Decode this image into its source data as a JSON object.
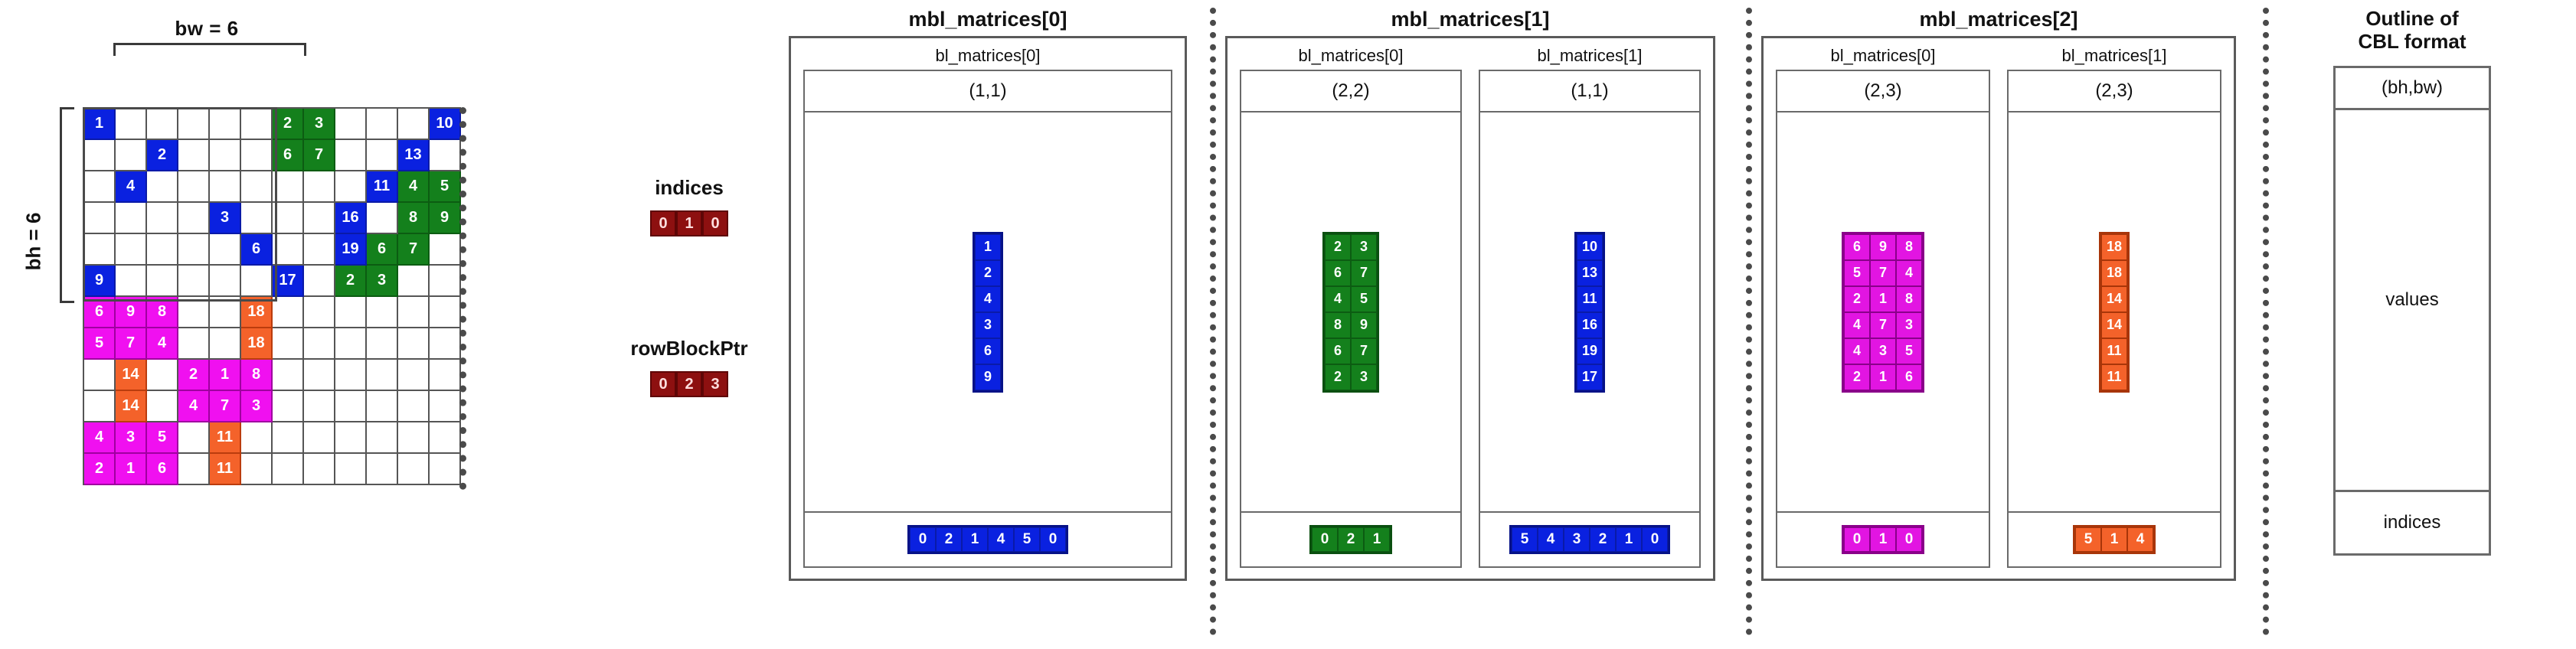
{
  "matrix": {
    "bw_label": "bw = 6",
    "bh_label": "bh = 6",
    "rows": 12,
    "cols": 12,
    "cells": [
      [
        {
          "v": "1",
          "c": "blue"
        },
        {
          "v": "",
          "c": "empty"
        },
        {
          "v": "",
          "c": "empty"
        },
        {
          "v": "",
          "c": "empty"
        },
        {
          "v": "",
          "c": "empty"
        },
        {
          "v": "",
          "c": "empty"
        },
        {
          "v": "2",
          "c": "green"
        },
        {
          "v": "3",
          "c": "green"
        },
        {
          "v": "",
          "c": "empty"
        },
        {
          "v": "",
          "c": "empty"
        },
        {
          "v": "",
          "c": "empty"
        },
        {
          "v": "10",
          "c": "blue"
        }
      ],
      [
        {
          "v": "",
          "c": "empty"
        },
        {
          "v": "",
          "c": "empty"
        },
        {
          "v": "2",
          "c": "blue"
        },
        {
          "v": "",
          "c": "empty"
        },
        {
          "v": "",
          "c": "empty"
        },
        {
          "v": "",
          "c": "empty"
        },
        {
          "v": "6",
          "c": "green"
        },
        {
          "v": "7",
          "c": "green"
        },
        {
          "v": "",
          "c": "empty"
        },
        {
          "v": "",
          "c": "empty"
        },
        {
          "v": "13",
          "c": "blue"
        },
        {
          "v": "",
          "c": "empty"
        }
      ],
      [
        {
          "v": "",
          "c": "empty"
        },
        {
          "v": "4",
          "c": "blue"
        },
        {
          "v": "",
          "c": "empty"
        },
        {
          "v": "",
          "c": "empty"
        },
        {
          "v": "",
          "c": "empty"
        },
        {
          "v": "",
          "c": "empty"
        },
        {
          "v": "",
          "c": "empty"
        },
        {
          "v": "",
          "c": "empty"
        },
        {
          "v": "",
          "c": "empty"
        },
        {
          "v": "11",
          "c": "blue"
        },
        {
          "v": "4",
          "c": "green"
        },
        {
          "v": "5",
          "c": "green"
        }
      ],
      [
        {
          "v": "",
          "c": "empty"
        },
        {
          "v": "",
          "c": "empty"
        },
        {
          "v": "",
          "c": "empty"
        },
        {
          "v": "",
          "c": "empty"
        },
        {
          "v": "3",
          "c": "blue"
        },
        {
          "v": "",
          "c": "empty"
        },
        {
          "v": "",
          "c": "empty"
        },
        {
          "v": "",
          "c": "empty"
        },
        {
          "v": "16",
          "c": "blue"
        },
        {
          "v": "",
          "c": "empty"
        },
        {
          "v": "8",
          "c": "green"
        },
        {
          "v": "9",
          "c": "green"
        }
      ],
      [
        {
          "v": "",
          "c": "empty"
        },
        {
          "v": "",
          "c": "empty"
        },
        {
          "v": "",
          "c": "empty"
        },
        {
          "v": "",
          "c": "empty"
        },
        {
          "v": "",
          "c": "empty"
        },
        {
          "v": "6",
          "c": "blue"
        },
        {
          "v": "",
          "c": "empty"
        },
        {
          "v": "",
          "c": "empty"
        },
        {
          "v": "19",
          "c": "blue"
        },
        {
          "v": "6",
          "c": "green"
        },
        {
          "v": "7",
          "c": "green"
        },
        {
          "v": "",
          "c": "empty"
        }
      ],
      [
        {
          "v": "9",
          "c": "blue"
        },
        {
          "v": "",
          "c": "empty"
        },
        {
          "v": "",
          "c": "empty"
        },
        {
          "v": "",
          "c": "empty"
        },
        {
          "v": "",
          "c": "empty"
        },
        {
          "v": "",
          "c": "empty"
        },
        {
          "v": "17",
          "c": "blue"
        },
        {
          "v": "",
          "c": "empty"
        },
        {
          "v": "2",
          "c": "green"
        },
        {
          "v": "3",
          "c": "green"
        },
        {
          "v": "",
          "c": "empty"
        },
        {
          "v": "",
          "c": "empty"
        }
      ],
      [
        {
          "v": "6",
          "c": "magenta"
        },
        {
          "v": "9",
          "c": "magenta"
        },
        {
          "v": "8",
          "c": "magenta"
        },
        {
          "v": "",
          "c": "empty"
        },
        {
          "v": "",
          "c": "empty"
        },
        {
          "v": "18",
          "c": "orange"
        },
        {
          "v": "",
          "c": "empty"
        },
        {
          "v": "",
          "c": "empty"
        },
        {
          "v": "",
          "c": "empty"
        },
        {
          "v": "",
          "c": "empty"
        },
        {
          "v": "",
          "c": "empty"
        },
        {
          "v": "",
          "c": "empty"
        }
      ],
      [
        {
          "v": "5",
          "c": "magenta"
        },
        {
          "v": "7",
          "c": "magenta"
        },
        {
          "v": "4",
          "c": "magenta"
        },
        {
          "v": "",
          "c": "empty"
        },
        {
          "v": "",
          "c": "empty"
        },
        {
          "v": "18",
          "c": "orange"
        },
        {
          "v": "",
          "c": "empty"
        },
        {
          "v": "",
          "c": "empty"
        },
        {
          "v": "",
          "c": "empty"
        },
        {
          "v": "",
          "c": "empty"
        },
        {
          "v": "",
          "c": "empty"
        },
        {
          "v": "",
          "c": "empty"
        }
      ],
      [
        {
          "v": "",
          "c": "empty"
        },
        {
          "v": "14",
          "c": "orange"
        },
        {
          "v": "",
          "c": "empty"
        },
        {
          "v": "2",
          "c": "magenta"
        },
        {
          "v": "1",
          "c": "magenta"
        },
        {
          "v": "8",
          "c": "magenta"
        },
        {
          "v": "",
          "c": "empty"
        },
        {
          "v": "",
          "c": "empty"
        },
        {
          "v": "",
          "c": "empty"
        },
        {
          "v": "",
          "c": "empty"
        },
        {
          "v": "",
          "c": "empty"
        },
        {
          "v": "",
          "c": "empty"
        }
      ],
      [
        {
          "v": "",
          "c": "empty"
        },
        {
          "v": "14",
          "c": "orange"
        },
        {
          "v": "",
          "c": "empty"
        },
        {
          "v": "4",
          "c": "magenta"
        },
        {
          "v": "7",
          "c": "magenta"
        },
        {
          "v": "3",
          "c": "magenta"
        },
        {
          "v": "",
          "c": "empty"
        },
        {
          "v": "",
          "c": "empty"
        },
        {
          "v": "",
          "c": "empty"
        },
        {
          "v": "",
          "c": "empty"
        },
        {
          "v": "",
          "c": "empty"
        },
        {
          "v": "",
          "c": "empty"
        }
      ],
      [
        {
          "v": "4",
          "c": "magenta"
        },
        {
          "v": "3",
          "c": "magenta"
        },
        {
          "v": "5",
          "c": "magenta"
        },
        {
          "v": "",
          "c": "empty"
        },
        {
          "v": "11",
          "c": "orange"
        },
        {
          "v": "",
          "c": "empty"
        },
        {
          "v": "",
          "c": "empty"
        },
        {
          "v": "",
          "c": "empty"
        },
        {
          "v": "",
          "c": "empty"
        },
        {
          "v": "",
          "c": "empty"
        },
        {
          "v": "",
          "c": "empty"
        },
        {
          "v": "",
          "c": "empty"
        }
      ],
      [
        {
          "v": "2",
          "c": "magenta"
        },
        {
          "v": "1",
          "c": "magenta"
        },
        {
          "v": "6",
          "c": "magenta"
        },
        {
          "v": "",
          "c": "empty"
        },
        {
          "v": "11",
          "c": "orange"
        },
        {
          "v": "",
          "c": "empty"
        },
        {
          "v": "",
          "c": "empty"
        },
        {
          "v": "",
          "c": "empty"
        },
        {
          "v": "",
          "c": "empty"
        },
        {
          "v": "",
          "c": "empty"
        },
        {
          "v": "",
          "c": "empty"
        },
        {
          "v": "",
          "c": "empty"
        }
      ]
    ]
  },
  "vectors": {
    "indices": {
      "label": "indices",
      "values": [
        "0",
        "1",
        "0"
      ]
    },
    "rowBlockPtr": {
      "label": "rowBlockPtr",
      "values": [
        "0",
        "2",
        "3"
      ]
    }
  },
  "mbl_panels": [
    {
      "title": "mbl_matrices[0]",
      "bl": [
        {
          "title": "bl_matrices[0]",
          "shape": "(1,1)",
          "color": "blue",
          "value_cols": 1,
          "values": [
            "1",
            "2",
            "4",
            "3",
            "6",
            "9"
          ],
          "indices": [
            "0",
            "2",
            "1",
            "4",
            "5",
            "0"
          ]
        }
      ]
    },
    {
      "title": "mbl_matrices[1]",
      "bl": [
        {
          "title": "bl_matrices[0]",
          "shape": "(2,2)",
          "color": "green",
          "value_cols": 2,
          "values": [
            "2",
            "3",
            "6",
            "7",
            "4",
            "5",
            "8",
            "9",
            "6",
            "7",
            "2",
            "3"
          ],
          "indices": [
            "0",
            "2",
            "1"
          ]
        },
        {
          "title": "bl_matrices[1]",
          "shape": "(1,1)",
          "color": "blue",
          "value_cols": 1,
          "values": [
            "10",
            "13",
            "11",
            "16",
            "19",
            "17"
          ],
          "indices": [
            "5",
            "4",
            "3",
            "2",
            "1",
            "0"
          ]
        }
      ]
    },
    {
      "title": "mbl_matrices[2]",
      "bl": [
        {
          "title": "bl_matrices[0]",
          "shape": "(2,3)",
          "color": "magenta",
          "value_cols": 3,
          "values": [
            "6",
            "9",
            "8",
            "5",
            "7",
            "4",
            "2",
            "1",
            "8",
            "4",
            "7",
            "3",
            "4",
            "3",
            "5",
            "2",
            "1",
            "6"
          ],
          "indices": [
            "0",
            "1",
            "0"
          ]
        },
        {
          "title": "bl_matrices[1]",
          "shape": "(2,3)",
          "color": "orange",
          "value_cols": 1,
          "values": [
            "18",
            "18",
            "14",
            "14",
            "11",
            "11"
          ],
          "indices": [
            "5",
            "1",
            "4"
          ]
        }
      ]
    }
  ],
  "cbl_outline": {
    "title_line1": "Outline of",
    "title_line2": "CBL format",
    "shape": "(bh,bw)",
    "values_label": "values",
    "indices_label": "indices"
  },
  "colors": {
    "blue": "#0a21e0",
    "green": "#14801c",
    "magenta": "#e215e2",
    "orange": "#f4622a",
    "dark_red": "#8d1010",
    "grid_line": "#555555"
  }
}
